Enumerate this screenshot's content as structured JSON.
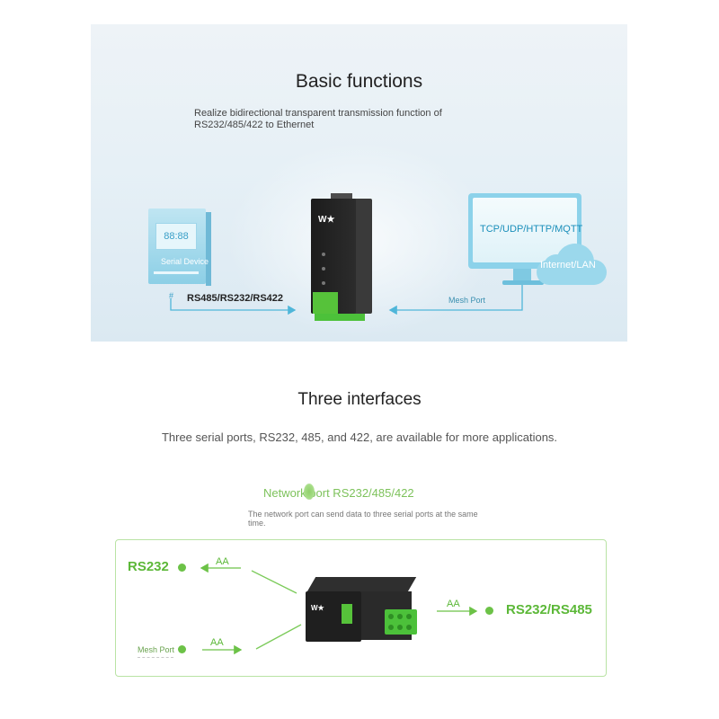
{
  "basic": {
    "title": "Basic functions",
    "description": "Realize bidirectional transparent transmission function of RS232/485/422 to Ethernet",
    "serial_display": "88:88",
    "serial_label": "Serial Device",
    "hash_mark": "#",
    "serial_link_label": "RS485/RS232/RS422",
    "mesh_port_label": "Mesh Port",
    "monitor_protocols": "TCP/UDP/HTTP/MQTT",
    "cloud_label": "Internet/LAN",
    "device_logo": "W★"
  },
  "interfaces": {
    "title": "Three interfaces",
    "description": "Three serial ports, RS232, 485, and 422, are available for more applications.",
    "sub_title": "Network port RS232/485/422",
    "sub_description": "The network port can send data to three serial ports at the same time.",
    "left_top_label": "RS232",
    "left_bottom_label": "Mesh Port",
    "right_label": "RS232/RS485",
    "aa_top": "AA",
    "aa_bottom": "AA",
    "aa_right": "AA",
    "device_logo": "W★"
  },
  "colors": {
    "accent_green": "#5cb838",
    "arrow_blue": "#4fb6d9",
    "panel_border": "#b9e3a4"
  }
}
